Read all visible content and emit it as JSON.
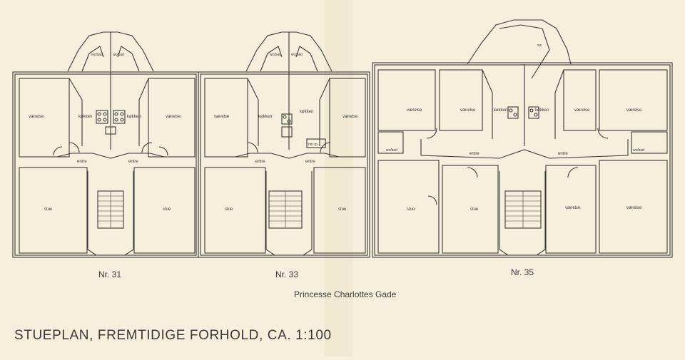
{
  "title": "STUEPLAN, FREMTIDIGE FORHOLD, CA. 1:100",
  "street": "Princesse Charlottes Gade",
  "houses": {
    "nr31": "Nr. 31",
    "nr33": "Nr. 33",
    "nr35": "Nr. 35"
  },
  "rooms": {
    "vaerelse": "værelse",
    "koekken": "køkken",
    "stue": "stue",
    "entre": "entre",
    "wcbad": "wc/bad",
    "wc": "wc",
    "hmrp": "hm rp"
  },
  "colors": {
    "paper": "#f6efdc",
    "ink": "#3a3a3a",
    "fold": "#e8dfc6"
  }
}
